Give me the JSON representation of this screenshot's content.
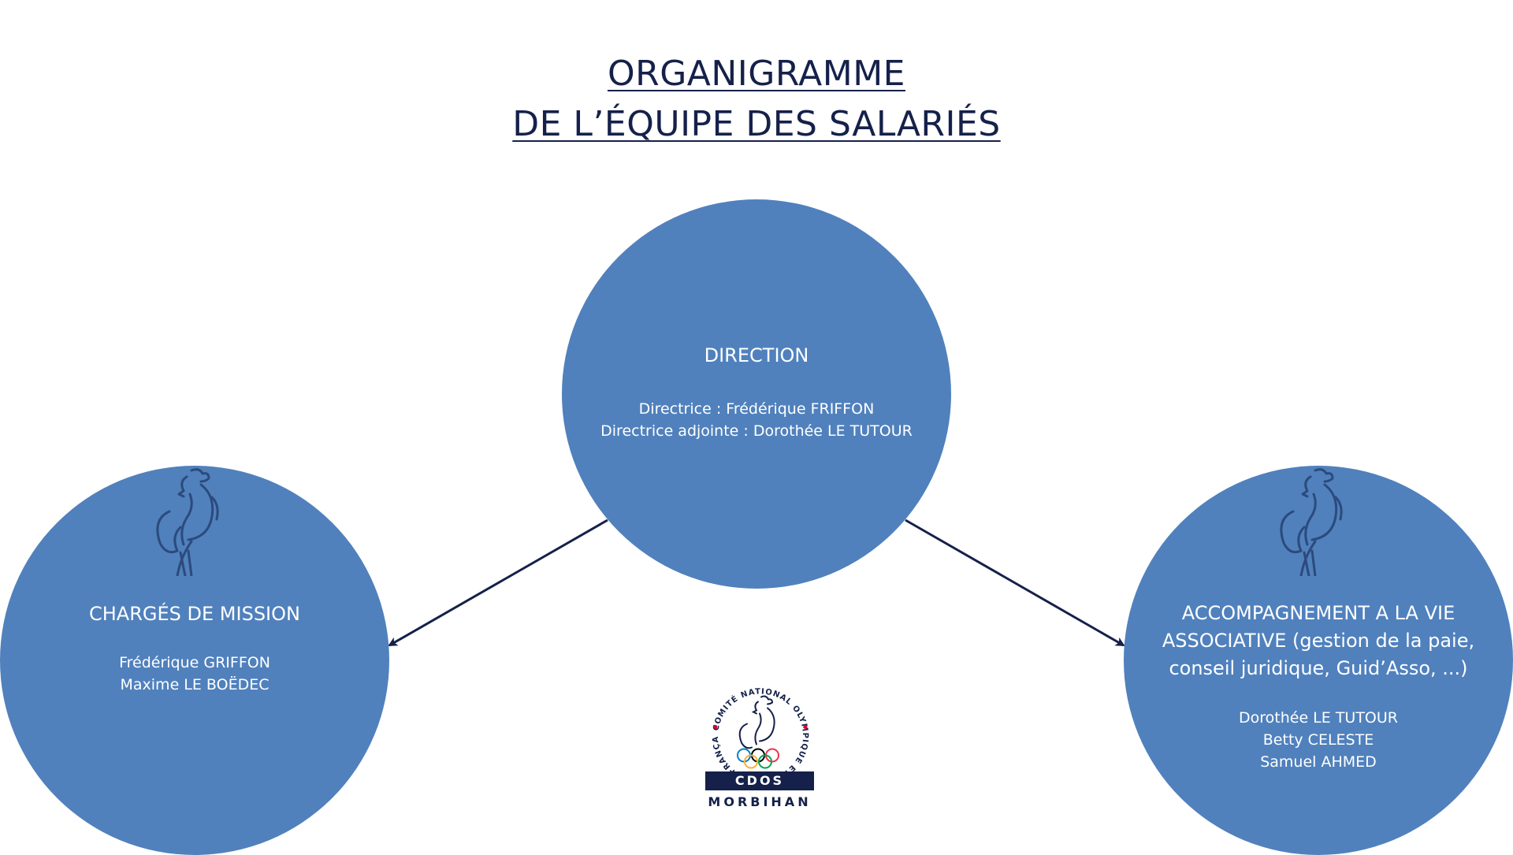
{
  "title": {
    "line1": "ORGANIGRAMME ",
    "line2": "DE L’ÉQUIPE DES SALARIÉS"
  },
  "direction": {
    "heading": "DIRECTION",
    "people": [
      "Directrice : Frédérique FRIFFON",
      "Directrice adjointe : Dorothée LE TUTOUR"
    ]
  },
  "mission": {
    "heading": "CHARGÉS DE MISSION",
    "people": [
      "Frédérique GRIFFON",
      "Maxime LE BOËDEC"
    ]
  },
  "accompagnement": {
    "heading_lines": [
      "ACCOMPAGNEMENT A LA VIE",
      "ASSOCIATIVE (gestion de la paie,",
      "conseil juridique, Guid’Asso, ...)"
    ],
    "people": [
      "Dorothée LE TUTOUR",
      "Betty CELESTE",
      "Samuel AHMED"
    ]
  },
  "logo": {
    "ring_text": "COMITÉ NATIONAL OLYMPIQUE ET SPORTIF FRANÇAIS",
    "name": "CDOS",
    "sub": "MORBIHAN"
  },
  "colors": {
    "circle": "#5081bd",
    "navy": "#15214a",
    "rooster": "#2c4a7c"
  }
}
